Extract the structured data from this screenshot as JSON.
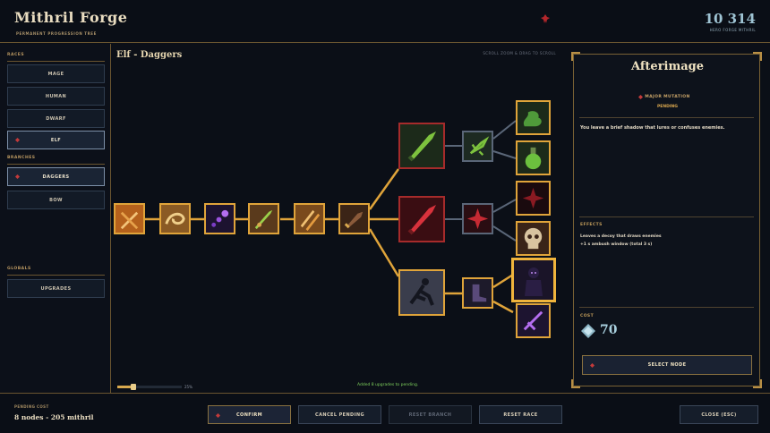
{
  "header": {
    "title": "Mithril Forge",
    "subtitle": "PERMANENT PROGRESSION TREE",
    "currency_value": "10 314",
    "currency_label": "HERO FORGE MITHRIL",
    "emblem_icon": "red-crest-icon"
  },
  "sidebar": {
    "races_label": "RACES",
    "races": [
      {
        "label": "MAGE",
        "active": false
      },
      {
        "label": "HUMAN",
        "active": false
      },
      {
        "label": "DWARF",
        "active": false
      },
      {
        "label": "ELF",
        "active": true
      }
    ],
    "branches_label": "BRANCHES",
    "branches": [
      {
        "label": "DAGGERS",
        "active": true
      },
      {
        "label": "BOW",
        "active": false
      }
    ],
    "globals_label": "GLOBALS",
    "globals": [
      {
        "label": "UPGRADES",
        "active": false
      }
    ]
  },
  "canvas": {
    "branch_title": "Elf - Daggers",
    "hint": "SCROLL ZOOM & DRAG TO SCROLL",
    "progress_percent": 25,
    "progress_text": "25%",
    "status_message": "Added 8 upgrades to pending."
  },
  "tree_nodes": [
    {
      "name": "node-dagger-strike",
      "icon": "crossed-daggers-icon",
      "state": "pending"
    },
    {
      "name": "node-swirl-slash",
      "icon": "swirl-slash-icon",
      "state": "pending"
    },
    {
      "name": "node-arcane-orbs",
      "icon": "purple-orbs-icon",
      "state": "pending"
    },
    {
      "name": "node-poison-blade",
      "icon": "green-blade-icon",
      "state": "pending"
    },
    {
      "name": "node-twin-blades",
      "icon": "twin-blades-icon",
      "state": "pending"
    },
    {
      "name": "node-dark-dagger",
      "icon": "dark-dagger-icon",
      "state": "pending"
    },
    {
      "name": "node-venom-dagger",
      "icon": "venom-dagger-icon",
      "state": "owned"
    },
    {
      "name": "node-blood-dagger",
      "icon": "blood-dagger-icon",
      "state": "owned"
    },
    {
      "name": "node-shadow-runner",
      "icon": "shadow-runner-icon",
      "state": "pending"
    },
    {
      "name": "node-toxic-spines",
      "icon": "toxic-spines-icon",
      "state": "locked"
    },
    {
      "name": "node-blood-spikes",
      "icon": "blood-spikes-icon",
      "state": "locked"
    },
    {
      "name": "node-shadow-boot",
      "icon": "shadow-boot-icon",
      "state": "pending"
    },
    {
      "name": "node-green-smoke",
      "icon": "green-smoke-icon",
      "state": "pending"
    },
    {
      "name": "node-poison-flask",
      "icon": "poison-flask-icon",
      "state": "pending"
    },
    {
      "name": "node-blood-sigil",
      "icon": "blood-sigil-icon",
      "state": "pending"
    },
    {
      "name": "node-skull",
      "icon": "skull-icon",
      "state": "pending"
    },
    {
      "name": "node-afterimage",
      "icon": "shadow-figure-icon",
      "state": "selected"
    },
    {
      "name": "node-shadow-dash",
      "icon": "shadow-dash-icon",
      "state": "pending"
    }
  ],
  "details": {
    "title": "Afterimage",
    "type": "MAJOR MUTATION",
    "state": "PENDING",
    "description": "You leave a brief shadow that lures or confuses enemies.",
    "effects_label": "EFFECTS",
    "effects": [
      "Leaves a decoy that draws enemies",
      "+1 s ambush window (total 3 s)"
    ],
    "cost_label": "COST",
    "cost_value": "70",
    "cost_icon": "diamond-gem-icon",
    "select_label": "SELECT NODE"
  },
  "footer": {
    "pending_label": "PENDING COST",
    "pending_value": "8 nodes - 205 mithril",
    "confirm_label": "CONFIRM",
    "cancel_label": "CANCEL PENDING",
    "reset_branch_label": "RESET BRANCH",
    "reset_race_label": "RESET RACE",
    "close_label": "CLOSE (ESC)"
  }
}
